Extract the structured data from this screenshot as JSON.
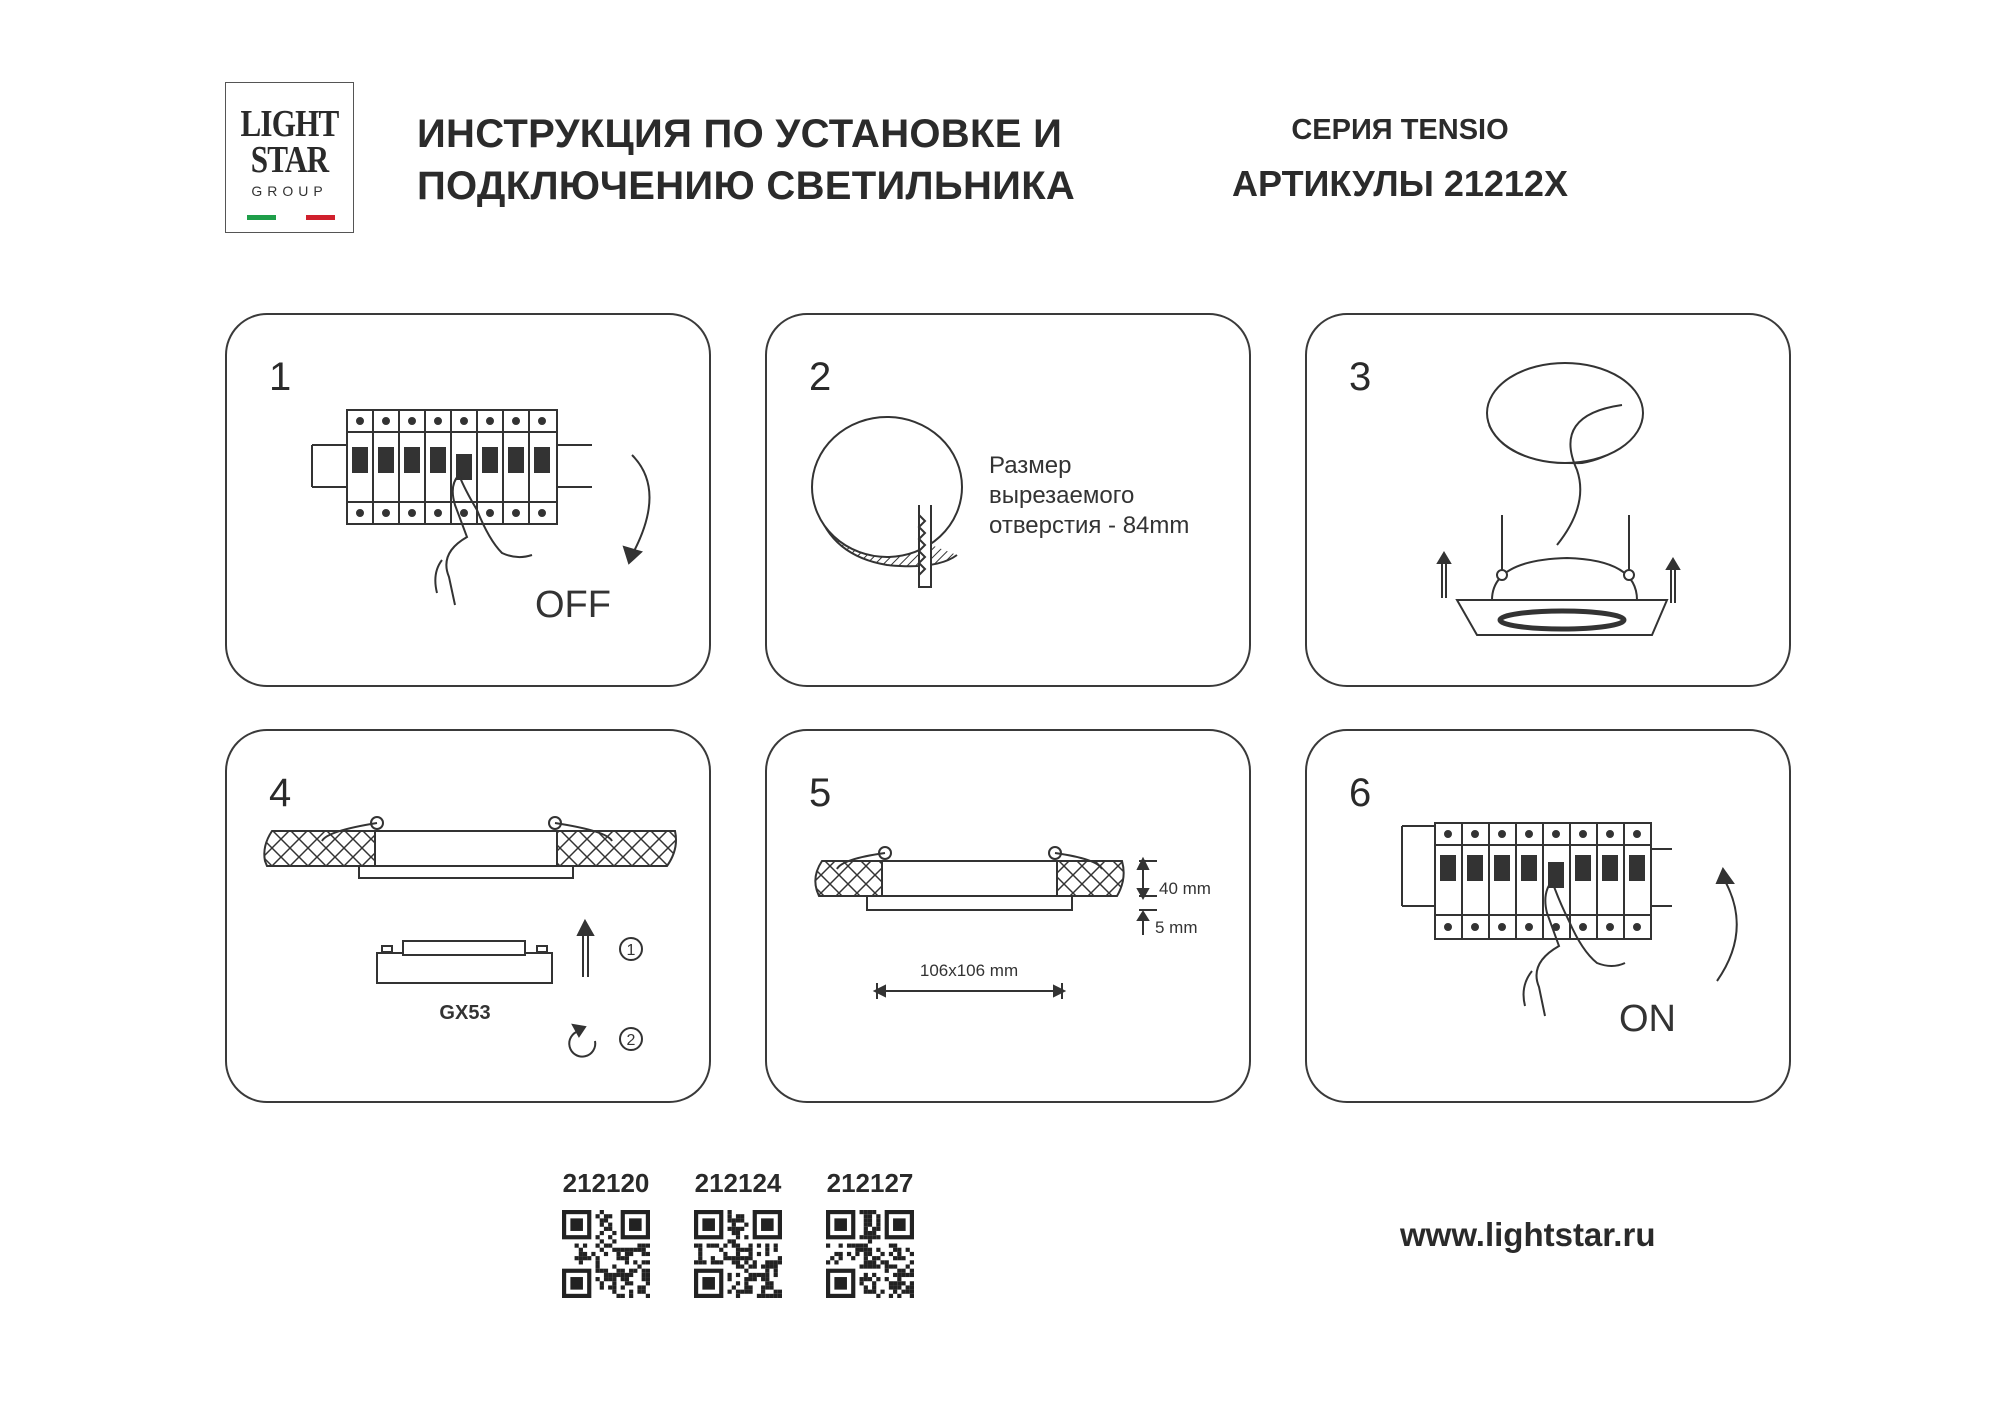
{
  "logo": {
    "line1": "LIGHT",
    "line2": "STAR",
    "line3": "GROUP",
    "flag_colors": [
      "#1e9e49",
      "#ffffff",
      "#d0202d"
    ]
  },
  "header": {
    "title_line1": "ИНСТРУКЦИЯ ПО УСТАНОВКЕ И",
    "title_line2": "ПОДКЛЮЧЕНИЮ СВЕТИЛЬНИКА",
    "series": "СЕРИЯ TENSIO",
    "articles": "АРТИКУЛЫ 21212X"
  },
  "steps": [
    {
      "number": "1",
      "label": "OFF"
    },
    {
      "number": "2",
      "text_line1": "Размер",
      "text_line2": "вырезаемого",
      "text_line3": "отверстия - 84mm"
    },
    {
      "number": "3"
    },
    {
      "number": "4",
      "lamp": "GX53",
      "step1": "1",
      "step2": "2"
    },
    {
      "number": "5",
      "height": "40 mm",
      "offset": "5 mm",
      "size": "106x106 mm"
    },
    {
      "number": "6",
      "label": "ON"
    }
  ],
  "qr_codes": [
    {
      "label": "212120"
    },
    {
      "label": "212124"
    },
    {
      "label": "212127"
    }
  ],
  "website": "www.lightstar.ru"
}
